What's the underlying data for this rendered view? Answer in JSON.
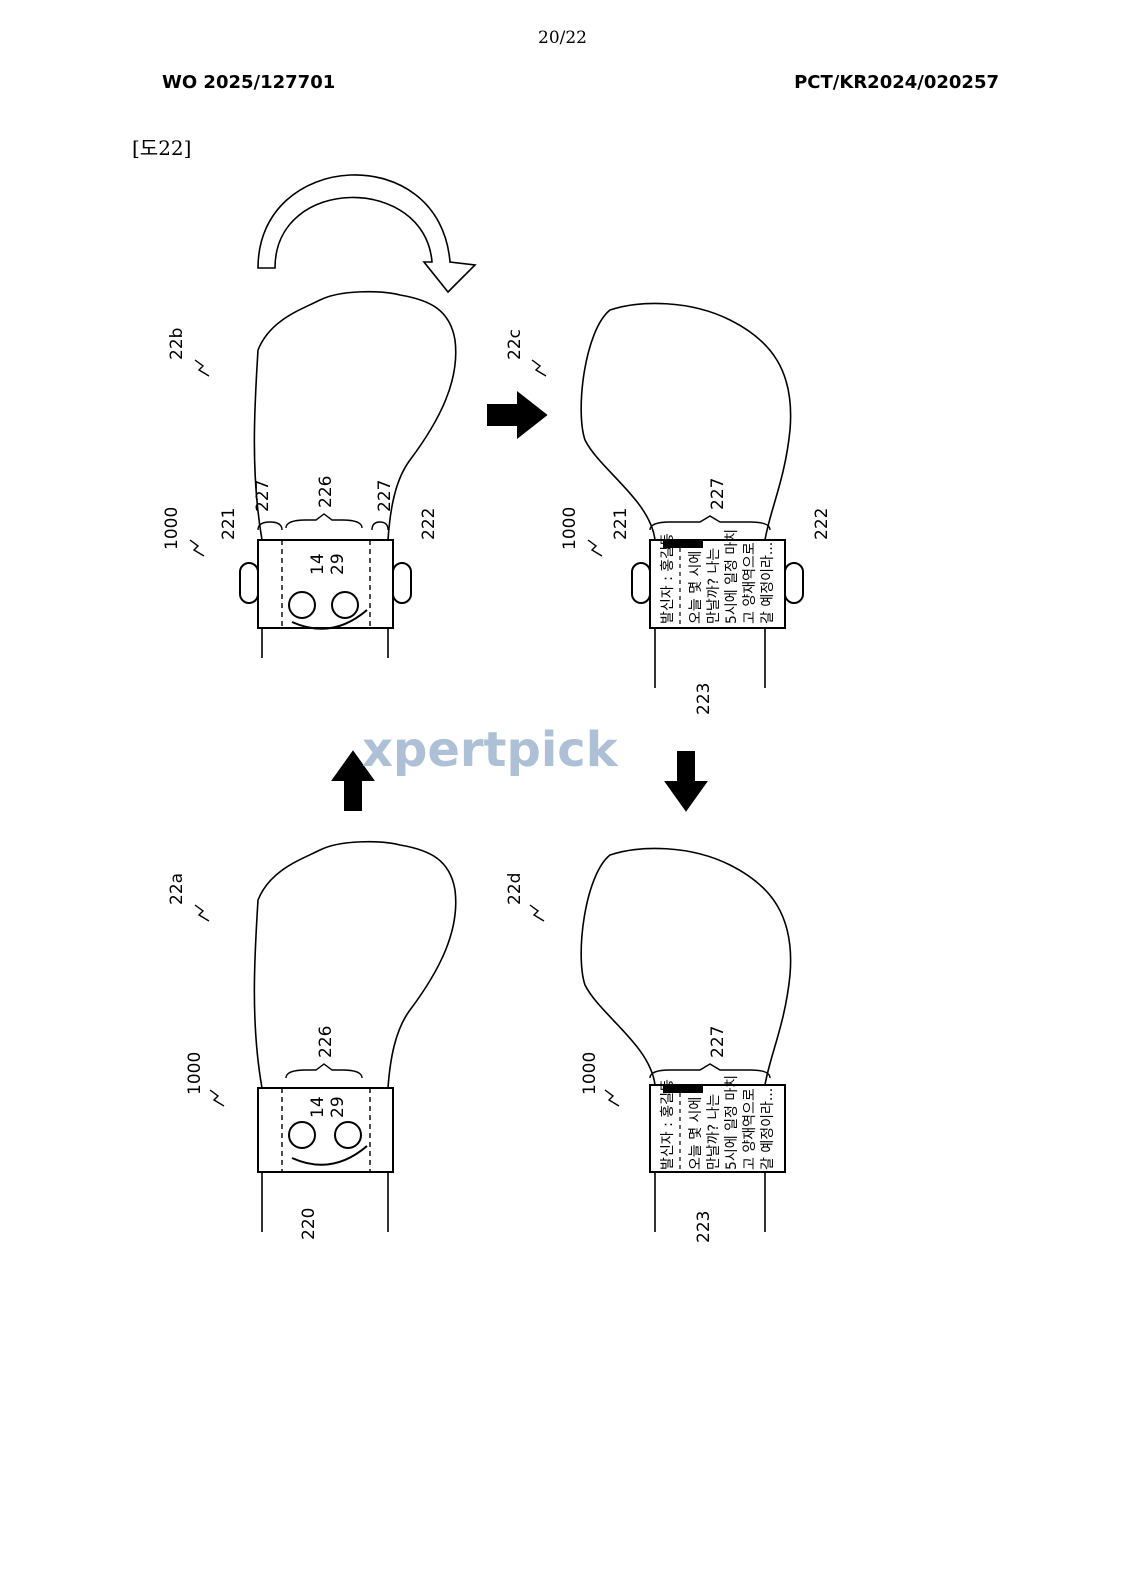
{
  "page_number": "20/22",
  "publication_number": "WO 2025/127701",
  "application_number": "PCT/KR2024/020257",
  "figure_label": "[도22]",
  "watermark": "xpertpick",
  "panels": {
    "b": {
      "ref": "22b",
      "device": "1000",
      "left_button": "221",
      "right_button": "222",
      "region_left": "227",
      "region_center": "226",
      "region_right": "227",
      "time_hour": "14",
      "time_min": "29"
    },
    "c": {
      "ref": "22c",
      "device": "1000",
      "left_button": "221",
      "right_button": "222",
      "region": "227",
      "screen_ref": "223"
    },
    "a": {
      "ref": "22a",
      "device": "1000",
      "region": "226",
      "time_hour": "14",
      "time_min": "29",
      "display_ref": "220"
    },
    "d": {
      "ref": "22d",
      "device": "1000",
      "region": "227",
      "screen_ref": "223"
    }
  },
  "message": {
    "sender": "발신자 : 홍길동",
    "lines": [
      "오늘 몇 시에",
      "만날까? 나는",
      "5시에 일정 마치",
      "고 양재역으로",
      "갈 예정이라..."
    ]
  }
}
